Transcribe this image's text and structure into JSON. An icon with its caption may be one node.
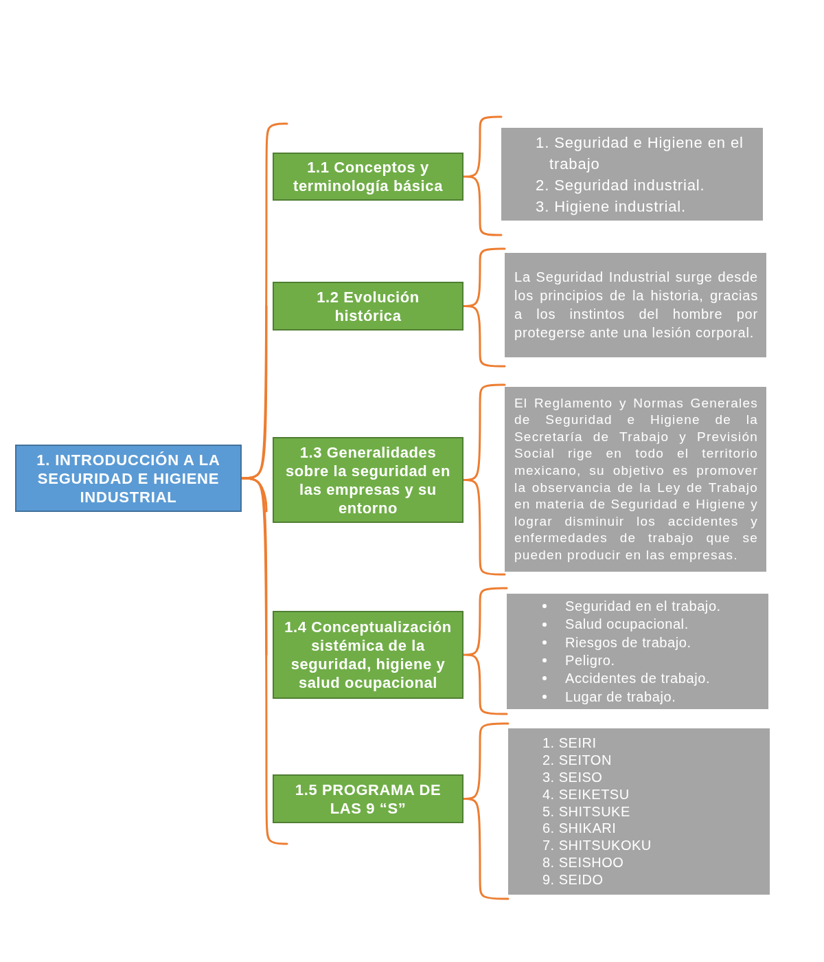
{
  "diagram": {
    "nodes": [
      {
        "text": [
          "1. INTRODUCCIÓN A LA SEGURIDAD E HIGIENE INDUSTRIAL"
        ]
      },
      {
        "text": [
          "1.1 Conceptos y terminología básica"
        ]
      },
      {
        "text": [
          "1. Seguridad e Higiene en el trabajo",
          "2. Seguridad industrial.",
          "3. Higiene industrial."
        ]
      },
      {
        "text": [
          "1.2 Evolución histórica"
        ]
      },
      {
        "text": [
          "La Seguridad Industrial surge desde los principios de la historia, gracias a los instintos del hombre por protegerse ante una lesión corporal."
        ]
      },
      {
        "text": [
          "1.3 Generalidades sobre la seguridad en las empresas y su entorno"
        ]
      },
      {
        "text": [
          "El Reglamento y Normas Generales de Seguridad e Higiene de la Secretaría de Trabajo y Previsión Social rige en todo el territorio mexicano, su objetivo es promover la observancia de la Ley de Trabajo en materia de Seguridad e Higiene y lograr disminuir los accidentes y enfermedades de trabajo que se pueden producir en las empresas."
        ]
      },
      {
        "text": [
          "1.4 Conceptualización sistémica de la seguridad, higiene y salud ocupacional"
        ]
      },
      {
        "text": [
          "Seguridad en el trabajo.",
          "Salud ocupacional.",
          "Riesgos de trabajo.",
          "Peligro.",
          "Accidentes de trabajo.",
          "Lugar de trabajo."
        ]
      },
      {
        "text": [
          "1.5 PROGRAMA DE LAS 9 “S”"
        ]
      },
      {
        "text": [
          "1. SEIRI",
          "2. SEITON",
          "3. SEISO",
          "4. SEIKETSU",
          "5. SHITSUKE",
          "6. SHIKARI",
          "7. SHITSUKOKU",
          "8. SEISHOO",
          "9. SEIDO"
        ]
      }
    ],
    "edges": [
      {
        "from": 0,
        "to": 1,
        "arrow": "none"
      },
      {
        "from": 0,
        "to": 3,
        "arrow": "none"
      },
      {
        "from": 0,
        "to": 5,
        "arrow": "none"
      },
      {
        "from": 0,
        "to": 7,
        "arrow": "none"
      },
      {
        "from": 0,
        "to": 9,
        "arrow": "none"
      },
      {
        "from": 1,
        "to": 2,
        "arrow": "none"
      },
      {
        "from": 3,
        "to": 4,
        "arrow": "none"
      },
      {
        "from": 5,
        "to": 6,
        "arrow": "none"
      },
      {
        "from": 7,
        "to": 8,
        "arrow": "none"
      },
      {
        "from": 9,
        "to": 10,
        "arrow": "none"
      }
    ]
  }
}
